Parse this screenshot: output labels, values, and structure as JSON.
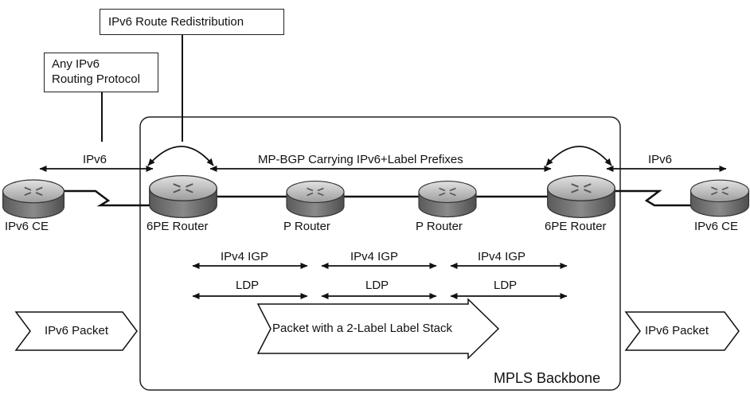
{
  "callouts": {
    "redistribution": "IPv6 Route Redistribution",
    "any_protocol_line1": "Any IPv6",
    "any_protocol_line2": "Routing Protocol"
  },
  "links": {
    "left_ipv6": "IPv6",
    "right_ipv6": "IPv6",
    "mpbgp": "MP-BGP Carrying IPv6+Label Prefixes"
  },
  "routers": {
    "ce_left": "IPv6 CE",
    "pe_left": "6PE Router",
    "p1": "P Router",
    "p2": "P Router",
    "pe_right": "6PE Router",
    "ce_right": "IPv6 CE"
  },
  "segments": {
    "igp": [
      "IPv4 IGP",
      "IPv4 IGP",
      "IPv4 IGP"
    ],
    "ldp": [
      "LDP",
      "LDP",
      "LDP"
    ]
  },
  "packets": {
    "left": "IPv6 Packet",
    "middle": "Packet with a 2-Label Label Stack",
    "right": "IPv6 Packet"
  },
  "backbone_label": "MPLS Backbone",
  "colors": {
    "router_top": "#bdbdbd",
    "router_side": "#6e6e6e",
    "router_edge": "#4a4a4a"
  }
}
